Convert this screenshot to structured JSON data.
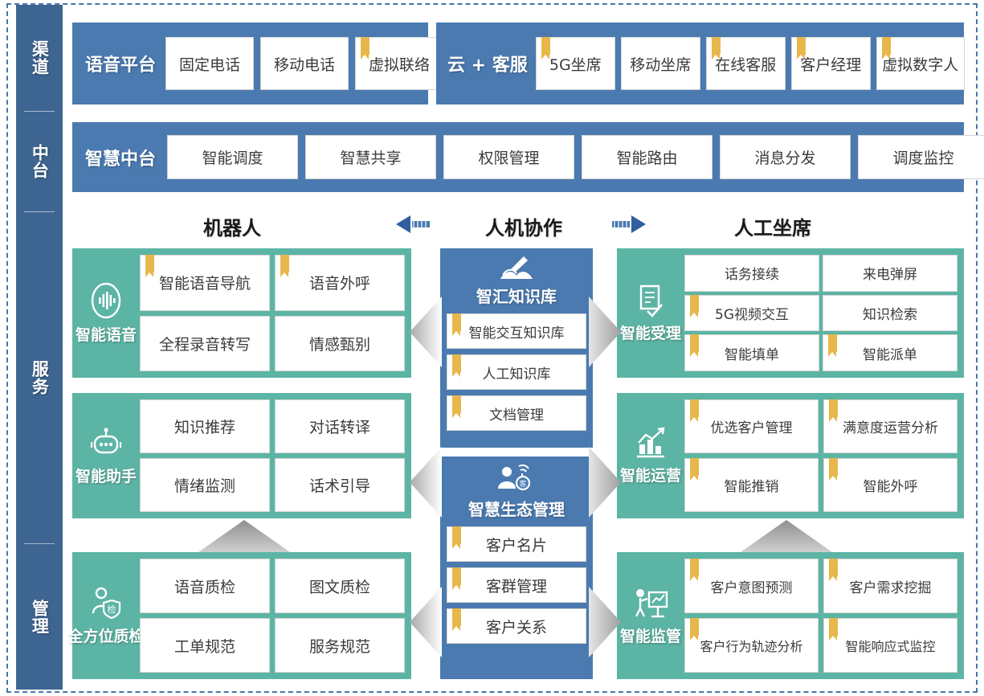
{
  "sidebar": {
    "items": [
      {
        "label": "渠道",
        "name": "sidebar-item-channel"
      },
      {
        "label": "中台",
        "name": "sidebar-item-midplatform"
      },
      {
        "label": "服务",
        "name": "sidebar-item-service"
      },
      {
        "label": "管理",
        "name": "sidebar-item-management"
      }
    ]
  },
  "channel": {
    "voice_platform": {
      "label": "语音平台",
      "items": [
        {
          "label": "固定电话",
          "ribbon": false
        },
        {
          "label": "移动电话",
          "ribbon": false
        },
        {
          "label": "虚拟联络",
          "ribbon": true
        }
      ]
    },
    "cloud_service": {
      "label": "云 + 客服",
      "items": [
        {
          "label": "5G坐席",
          "ribbon": true
        },
        {
          "label": "移动坐席",
          "ribbon": false
        },
        {
          "label": "在线客服",
          "ribbon": true
        },
        {
          "label": "客户经理",
          "ribbon": true
        },
        {
          "label": "虚拟数字人",
          "ribbon": true
        }
      ]
    }
  },
  "midplatform": {
    "label": "智慧中台",
    "items": [
      {
        "label": "智能调度"
      },
      {
        "label": "智慧共享"
      },
      {
        "label": "权限管理"
      },
      {
        "label": "智能路由"
      },
      {
        "label": "消息分发"
      },
      {
        "label": "调度监控"
      }
    ]
  },
  "headings": {
    "left": "机器人",
    "center": "人机协作",
    "right": "人工坐席"
  },
  "left_cards": [
    {
      "title": "智能语音",
      "icon": "voice-wave-icon",
      "items": [
        {
          "label": "智能语音导航",
          "ribbon": true
        },
        {
          "label": "语音外呼",
          "ribbon": true
        },
        {
          "label": "全程录音转写",
          "ribbon": false
        },
        {
          "label": "情感甄别",
          "ribbon": false
        }
      ]
    },
    {
      "title": "智能助手",
      "icon": "robot-icon",
      "items": [
        {
          "label": "知识推荐",
          "ribbon": false
        },
        {
          "label": "对话转译",
          "ribbon": false
        },
        {
          "label": "情绪监测",
          "ribbon": false
        },
        {
          "label": "话术引导",
          "ribbon": false
        }
      ]
    },
    {
      "title": "全方位质检",
      "icon": "person-shield-icon",
      "items": [
        {
          "label": "语音质检",
          "ribbon": false
        },
        {
          "label": "图文质检",
          "ribbon": false
        },
        {
          "label": "工单规范",
          "ribbon": false
        },
        {
          "label": "服务规范",
          "ribbon": false
        }
      ]
    }
  ],
  "center_stacks": [
    {
      "title": "智汇知识库",
      "icon": "open-book-icon",
      "items": [
        {
          "label": "智能交互知识库",
          "ribbon": true
        },
        {
          "label": "人工知识库",
          "ribbon": true
        },
        {
          "label": "文档管理",
          "ribbon": true
        }
      ]
    },
    {
      "title": "智慧生态管理",
      "icon": "customer-network-icon",
      "items": [
        {
          "label": "客户名片",
          "ribbon": true
        },
        {
          "label": "客群管理",
          "ribbon": true
        },
        {
          "label": "客户关系",
          "ribbon": true
        }
      ]
    }
  ],
  "right_cards": [
    {
      "title": "智能受理",
      "icon": "document-check-icon",
      "rows": 3,
      "items": [
        {
          "label": "话务接续",
          "ribbon": false
        },
        {
          "label": "来电弹屏",
          "ribbon": false
        },
        {
          "label": "5G视频交互",
          "ribbon": true
        },
        {
          "label": "知识检索",
          "ribbon": false
        },
        {
          "label": "智能填单",
          "ribbon": true
        },
        {
          "label": "智能派单",
          "ribbon": true
        }
      ]
    },
    {
      "title": "智能运营",
      "icon": "chart-growth-icon",
      "rows": 2,
      "items": [
        {
          "label": "优选客户管理",
          "ribbon": true
        },
        {
          "label": "满意度运营分析",
          "ribbon": true
        },
        {
          "label": "智能推销",
          "ribbon": true
        },
        {
          "label": "智能外呼",
          "ribbon": true
        }
      ]
    },
    {
      "title": "智能监管",
      "icon": "presentation-person-icon",
      "rows": 2,
      "items": [
        {
          "label": "客户意图预测",
          "ribbon": true
        },
        {
          "label": "客户需求挖掘",
          "ribbon": true
        },
        {
          "label": "客户行为轨迹分析",
          "ribbon": true
        },
        {
          "label": "智能响应式监控",
          "ribbon": true
        }
      ]
    }
  ],
  "colors": {
    "blue": "#4a7ab0",
    "sidebar_blue": "#3e6592",
    "green": "#5cb4a4",
    "ribbon_gold": "#e8b74c",
    "border_dashed": "#4a77ab"
  }
}
